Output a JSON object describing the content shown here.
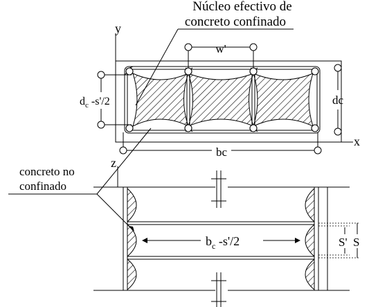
{
  "labels": {
    "title_line1": "Núcleo efectivo de",
    "title_line2": "concreto confinado",
    "axis_y": "y",
    "axis_x": "x",
    "axis_z": "z",
    "w_prime": "w'",
    "dc_minus": "d",
    "dc_minus_sub": "c",
    "dc_minus_rest": " -s'/2",
    "dc": "dc",
    "bc": "bc",
    "unconf_line1": "concreto no",
    "unconf_line2": "confinado",
    "bc_minus": "b",
    "bc_minus_sub": "c",
    "bc_minus_rest": " -s'/2",
    "s_prime": "S'",
    "s": "S"
  }
}
